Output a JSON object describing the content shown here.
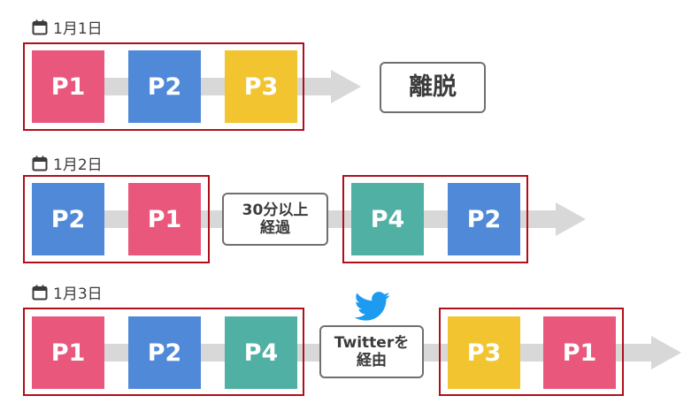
{
  "colors": {
    "P1": "#e9577d",
    "P2": "#4f89d8",
    "P3": "#f2c42f",
    "P4": "#4fb0a3"
  },
  "days": [
    {
      "date": "1月1日",
      "sessions": [
        [
          "P1",
          "P2",
          "P3"
        ]
      ],
      "end_label": "離脱"
    },
    {
      "date": "1月2日",
      "sessions": [
        [
          "P2",
          "P1"
        ],
        [
          "P4",
          "P2"
        ]
      ],
      "gap_label": [
        "30分以上",
        "経過"
      ]
    },
    {
      "date": "1月3日",
      "sessions": [
        [
          "P1",
          "P2",
          "P4"
        ],
        [
          "P3",
          "P1"
        ]
      ],
      "gap_label": [
        "Twitterを",
        "経由"
      ],
      "gap_icon": "twitter-bird-icon"
    }
  ]
}
